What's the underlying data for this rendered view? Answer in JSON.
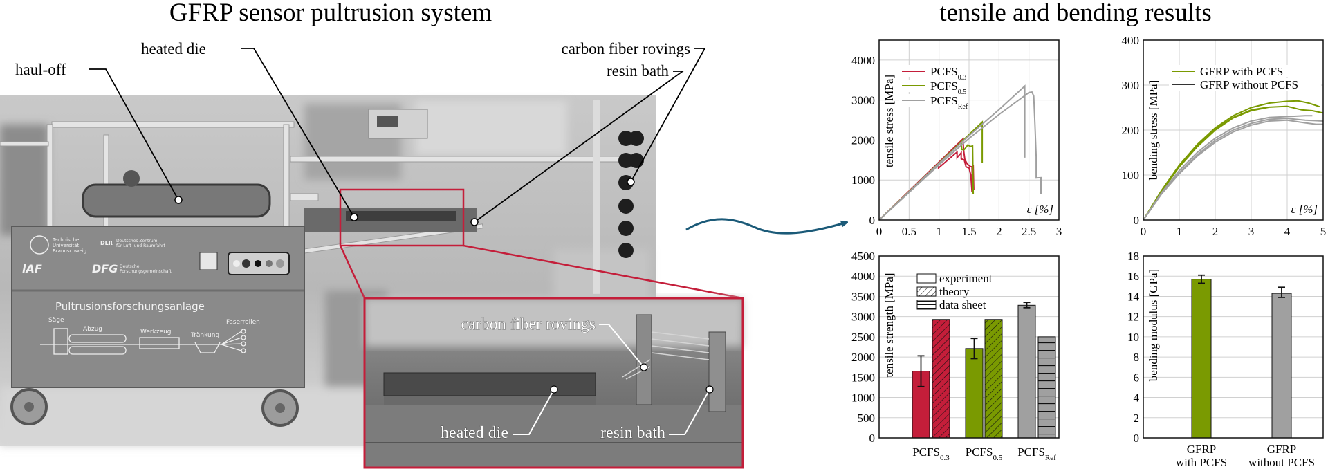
{
  "titles": {
    "left": "GFRP sensor pultrusion system",
    "right": "tensile and bending results"
  },
  "photo": {
    "labels": {
      "haul_off": "haul-off",
      "heated_die": "heated die",
      "carbon_fiber_rovings": "carbon fiber rovings",
      "resin_bath": "resin bath"
    },
    "inset_labels": {
      "carbon_fiber_rovings": "carbon fiber rovings",
      "heated_die": "heated die",
      "resin_bath": "resin bath"
    },
    "machine": {
      "name": "Pultrusionsforschungsanlage",
      "steps": [
        "Säge",
        "Abzug",
        "Werkzeug",
        "Tränkung",
        "Faserrollen"
      ],
      "logo_tu": [
        "Technische",
        "Universität",
        "Braunschweig"
      ],
      "logo_dlr": "DLR",
      "logo_dlr_text": [
        "Deutsches Zentrum",
        "für Luft- und Raumfahrt"
      ],
      "logo_iaf": "iAF",
      "logo_dfg": "DFG",
      "logo_dfg_text": [
        "Deutsche",
        "Forschungsgemeinschaft"
      ]
    }
  },
  "colors": {
    "pcfs03": "#c41e3a",
    "pcfs05": "#7a9a01",
    "ref": "#a0a0a0",
    "arrow": "#1b5a78",
    "inset_border": "#c41e3a"
  },
  "chart_data": [
    {
      "type": "line",
      "title": "",
      "xlabel": "ε [%]",
      "ylabel": "tensile stress [MPa]",
      "xlim": [
        0,
        3
      ],
      "ylim": [
        0,
        4500
      ],
      "xticks": [
        "0",
        "0.5",
        "1",
        "1.5",
        "2",
        "2.5",
        "3"
      ],
      "xtick_values": [
        0,
        0.5,
        1,
        1.5,
        2,
        2.5,
        3
      ],
      "yticks": [
        "0",
        "1000",
        "2000",
        "3000",
        "4000"
      ],
      "ytick_values": [
        0,
        1000,
        2000,
        3000,
        4000
      ],
      "grid": true,
      "legend_position": "top-left",
      "legend": [
        {
          "main": "PCFS",
          "sub": "0.3",
          "color": "#c41e3a"
        },
        {
          "main": "PCFS",
          "sub": "0.5",
          "color": "#7a9a01"
        },
        {
          "main": "PCFS",
          "sub": "Ref",
          "color": "#a0a0a0"
        }
      ],
      "series": [
        {
          "name": "PCFS0.3 specimen 1",
          "color": "#c41e3a",
          "points": [
            [
              0,
              0
            ],
            [
              0.99,
              1420
            ],
            [
              0.99,
              1300
            ],
            [
              1.3,
              1700
            ],
            [
              1.3,
              1560
            ],
            [
              1.37,
              1680
            ],
            [
              1.37,
              1530
            ],
            [
              1.42,
              1500
            ],
            [
              1.45,
              1330
            ],
            [
              1.5,
              1300
            ],
            [
              1.53,
              1120
            ],
            [
              1.55,
              700
            ],
            [
              1.57,
              1370
            ],
            [
              1.58,
              760
            ]
          ]
        },
        {
          "name": "PCFS0.3 specimen 2",
          "color": "#c41e3a",
          "points": [
            [
              0,
              0
            ],
            [
              1.4,
              2030
            ],
            [
              1.41,
              1750
            ],
            [
              1.43,
              1520
            ],
            [
              1.47,
              1400
            ],
            [
              1.52,
              1340
            ],
            [
              1.55,
              1330
            ],
            [
              1.56,
              680
            ]
          ]
        },
        {
          "name": "PCFS0.5 specimen 1",
          "color": "#7a9a01",
          "points": [
            [
              0,
              0
            ],
            [
              1.37,
              1950
            ],
            [
              1.38,
              1760
            ],
            [
              1.42,
              1760
            ],
            [
              1.48,
              1880
            ],
            [
              1.52,
              1840
            ],
            [
              1.56,
              1850
            ],
            [
              1.57,
              640
            ]
          ]
        },
        {
          "name": "PCFS0.5 specimen 2",
          "color": "#7a9a01",
          "points": [
            [
              0,
              0
            ],
            [
              1.72,
              2450
            ],
            [
              1.72,
              1430
            ]
          ]
        },
        {
          "name": "PCFSRef specimen 1",
          "color": "#a0a0a0",
          "points": [
            [
              0,
              0
            ],
            [
              1,
              1420
            ],
            [
              1.5,
              2110
            ],
            [
              2,
              2760
            ],
            [
              2.43,
              3350
            ],
            [
              2.43,
              1560
            ]
          ]
        },
        {
          "name": "PCFSRef specimen 2",
          "color": "#a0a0a0",
          "points": [
            [
              0,
              0
            ],
            [
              1,
              1380
            ],
            [
              1.5,
              2040
            ],
            [
              2,
              2640
            ],
            [
              2.5,
              3190
            ],
            [
              2.55,
              3200
            ],
            [
              2.58,
              3100
            ],
            [
              2.6,
              2410
            ],
            [
              2.62,
              1580
            ],
            [
              2.62,
              1050
            ],
            [
              2.7,
              1060
            ],
            [
              2.7,
              640
            ]
          ]
        }
      ]
    },
    {
      "type": "line",
      "title": "",
      "xlabel": "ε [%]",
      "ylabel": "bending stress [MPa]",
      "xlim": [
        0,
        5
      ],
      "ylim": [
        0,
        400
      ],
      "xticks": [
        "0",
        "1",
        "2",
        "3",
        "4",
        "5"
      ],
      "xtick_values": [
        0,
        1,
        2,
        3,
        4,
        5
      ],
      "yticks": [
        "0",
        "100",
        "200",
        "300",
        "400"
      ],
      "ytick_values": [
        0,
        100,
        200,
        300,
        400
      ],
      "grid": true,
      "legend_position": "top-right",
      "legend": [
        {
          "main": "GFRP with PCFS",
          "sub": "",
          "color": "#7a9a01"
        },
        {
          "main": "GFRP without PCFS",
          "sub": "",
          "color": "#333333"
        }
      ],
      "series": [
        {
          "name": "GFRP with PCFS 1",
          "color": "#7a9a01",
          "points": [
            [
              0,
              0
            ],
            [
              0.5,
              65
            ],
            [
              1,
              122
            ],
            [
              1.5,
              168
            ],
            [
              2,
              205
            ],
            [
              2.5,
              232
            ],
            [
              3,
              250
            ],
            [
              3.5,
              260
            ],
            [
              4,
              264
            ],
            [
              4.3,
              265
            ],
            [
              4.6,
              260
            ],
            [
              4.9,
              252
            ]
          ]
        },
        {
          "name": "GFRP with PCFS 2",
          "color": "#7a9a01",
          "points": [
            [
              0,
              0
            ],
            [
              0.5,
              63
            ],
            [
              1,
              118
            ],
            [
              1.5,
              163
            ],
            [
              2,
              200
            ],
            [
              2.5,
              227
            ],
            [
              3,
              243
            ],
            [
              3.5,
              251
            ],
            [
              4,
              253
            ],
            [
              4.4,
              245
            ],
            [
              4.7,
              243
            ],
            [
              5,
              238
            ]
          ]
        },
        {
          "name": "GFRP with PCFS 3",
          "color": "#7a9a01",
          "points": [
            [
              0,
              0
            ],
            [
              0.5,
              64
            ],
            [
              1,
              120
            ],
            [
              1.5,
              165
            ],
            [
              2,
              202
            ],
            [
              2.5,
              228
            ],
            [
              3,
              245
            ],
            [
              3.4,
              250
            ]
          ]
        },
        {
          "name": "GFRP without PCFS 1",
          "color": "#a0a0a0",
          "points": [
            [
              0,
              0
            ],
            [
              0.5,
              60
            ],
            [
              1,
              110
            ],
            [
              1.5,
              150
            ],
            [
              2,
              182
            ],
            [
              2.5,
              205
            ],
            [
              3,
              220
            ],
            [
              3.5,
              228
            ],
            [
              4,
              230
            ],
            [
              4.5,
              232
            ],
            [
              4.7,
              232
            ]
          ]
        },
        {
          "name": "GFRP without PCFS 2",
          "color": "#a0a0a0",
          "points": [
            [
              0,
              0
            ],
            [
              0.5,
              58
            ],
            [
              1,
              105
            ],
            [
              1.5,
              145
            ],
            [
              2,
              177
            ],
            [
              2.5,
              200
            ],
            [
              3,
              215
            ],
            [
              3.5,
              224
            ],
            [
              4,
              226
            ],
            [
              4.5,
              222
            ],
            [
              5,
              220
            ]
          ]
        },
        {
          "name": "GFRP without PCFS 3",
          "color": "#a0a0a0",
          "points": [
            [
              0,
              0
            ],
            [
              0.5,
              57
            ],
            [
              1,
              103
            ],
            [
              1.5,
              142
            ],
            [
              2,
              173
            ],
            [
              2.5,
              196
            ],
            [
              3,
              211
            ],
            [
              3.5,
              220
            ],
            [
              4,
              222
            ],
            [
              4.5,
              216
            ],
            [
              4.8,
              213
            ],
            [
              5,
              213
            ]
          ]
        }
      ]
    },
    {
      "type": "bar",
      "title": "",
      "xlabel": "",
      "ylabel": "tensile strength [MPa]",
      "ylim": [
        0,
        4500
      ],
      "yticks": [
        "0",
        "500",
        "1000",
        "1500",
        "2000",
        "2500",
        "3000",
        "3500",
        "4000",
        "4500"
      ],
      "ytick_values": [
        0,
        500,
        1000,
        1500,
        2000,
        2500,
        3000,
        3500,
        4000,
        4500
      ],
      "grid": true,
      "legend_position": "top-left",
      "legend": [
        {
          "main": "experiment",
          "sub": "",
          "pattern": "solid"
        },
        {
          "main": "theory",
          "sub": "",
          "pattern": "diagonal"
        },
        {
          "main": "data sheet",
          "sub": "",
          "pattern": "horizontal"
        }
      ],
      "categories": [
        {
          "main": "PCFS",
          "sub": "0.3"
        },
        {
          "main": "PCFS",
          "sub": "0.5"
        },
        {
          "main": "PCFS",
          "sub": "Ref"
        }
      ],
      "bars": [
        {
          "category": 0,
          "kind": "experiment",
          "value": 1650,
          "err_low": 1270,
          "err_high": 2030,
          "color": "#c41e3a"
        },
        {
          "category": 0,
          "kind": "theory",
          "value": 2930,
          "color": "#c41e3a"
        },
        {
          "category": 1,
          "kind": "experiment",
          "value": 2210,
          "err_low": 1960,
          "err_high": 2460,
          "color": "#7a9a01"
        },
        {
          "category": 1,
          "kind": "theory",
          "value": 2930,
          "color": "#7a9a01"
        },
        {
          "category": 2,
          "kind": "experiment",
          "value": 3280,
          "err_low": 3220,
          "err_high": 3350,
          "color": "#a0a0a0"
        },
        {
          "category": 2,
          "kind": "data sheet",
          "value": 2500,
          "color": "#a0a0a0"
        }
      ]
    },
    {
      "type": "bar",
      "title": "",
      "xlabel": "",
      "ylabel": "bending modulus [GPa]",
      "ylim": [
        0,
        18
      ],
      "yticks": [
        "0",
        "2",
        "4",
        "6",
        "8",
        "10",
        "12",
        "14",
        "16",
        "18"
      ],
      "ytick_values": [
        0,
        2,
        4,
        6,
        8,
        10,
        12,
        14,
        16,
        18
      ],
      "grid": true,
      "categories": [
        {
          "line1": "GFRP",
          "line2": "with PCFS"
        },
        {
          "line1": "GFRP",
          "line2": "without PCFS"
        }
      ],
      "bars": [
        {
          "category": 0,
          "kind": "experiment",
          "value": 15.7,
          "err_low": 15.3,
          "err_high": 16.1,
          "color": "#7a9a01"
        },
        {
          "category": 1,
          "kind": "experiment",
          "value": 14.3,
          "err_low": 13.9,
          "err_high": 14.9,
          "color": "#a0a0a0"
        }
      ]
    }
  ]
}
